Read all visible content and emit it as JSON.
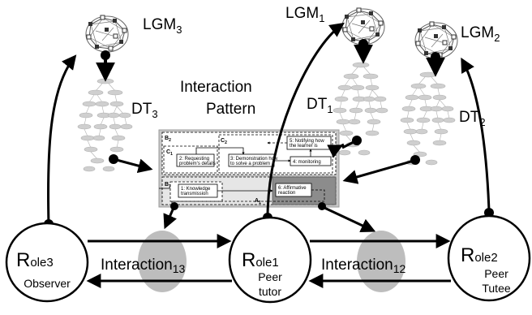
{
  "lgm": [
    {
      "main": "LGM",
      "sub": "3"
    },
    {
      "main": "LGM",
      "sub": "1"
    },
    {
      "main": "LGM",
      "sub": "2"
    }
  ],
  "dt": [
    {
      "main": "DT",
      "sub": "3"
    },
    {
      "main": "DT",
      "sub": "1"
    },
    {
      "main": "DT",
      "sub": "2"
    }
  ],
  "pattern": {
    "line1": "Interaction",
    "line2": "Pattern"
  },
  "boxes": {
    "b2": {
      "main": "B",
      "sub": "2"
    },
    "b1": {
      "main": "B",
      "sub": "1"
    },
    "c1": {
      "main": "C",
      "sub": "1"
    },
    "c2": {
      "main": "C",
      "sub": "2"
    },
    "a1": {
      "main": "A",
      "sub": "1"
    },
    "step2": [
      "2: Requesting",
      "problem's details"
    ],
    "step3": [
      "3: Demonstration how",
      "to solve a problem"
    ],
    "step5": [
      "5: Notifying how",
      "the learner is"
    ],
    "step4": "4: monitoring",
    "step1": [
      "1: Knowledge",
      "transmission"
    ],
    "step6": [
      "6: Affirmative",
      "reaction"
    ]
  },
  "roles": [
    {
      "initial": "R",
      "rest": "ole3",
      "line2": "Observer",
      "line3": ""
    },
    {
      "initial": "R",
      "rest": "ole1",
      "line2": "Peer",
      "line3": "tutor"
    },
    {
      "initial": "R",
      "rest": "ole2",
      "line2": "Peer",
      "line3": "Tutee"
    }
  ],
  "interactions": [
    {
      "main": "Interaction",
      "sub": "13"
    },
    {
      "main": "Interaction",
      "sub": "12"
    }
  ]
}
